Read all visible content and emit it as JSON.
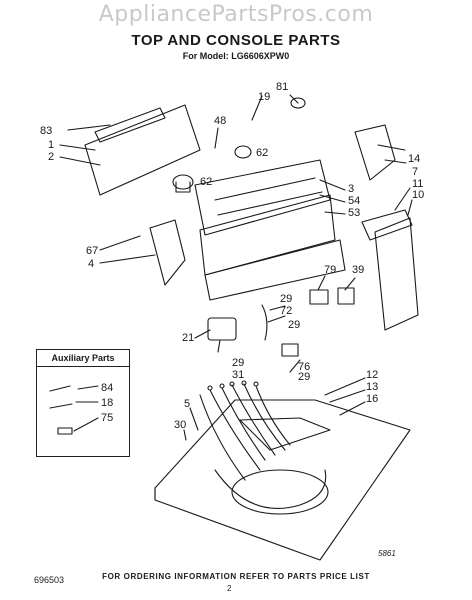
{
  "watermark": "AppliancePartsPros.com",
  "title": "TOP AND CONSOLE PARTS",
  "subtitle": "For Model: LG6606XPW0",
  "aux_parts": {
    "title": "Auxiliary Parts",
    "items": [
      "84",
      "18",
      "75"
    ]
  },
  "footer_text": "FOR ORDERING INFORMATION REFER TO PARTS PRICE LIST",
  "doc_number": "696503",
  "page_number": "2",
  "figure_code": "5861",
  "part_labels": [
    "81",
    "19",
    "48",
    "83",
    "1",
    "2",
    "62",
    "62",
    "14",
    "7",
    "11",
    "10",
    "3",
    "54",
    "53",
    "67",
    "4",
    "79",
    "39",
    "29",
    "72",
    "21",
    "29",
    "29",
    "76",
    "29",
    "31",
    "12",
    "13",
    "16",
    "5",
    "30"
  ]
}
